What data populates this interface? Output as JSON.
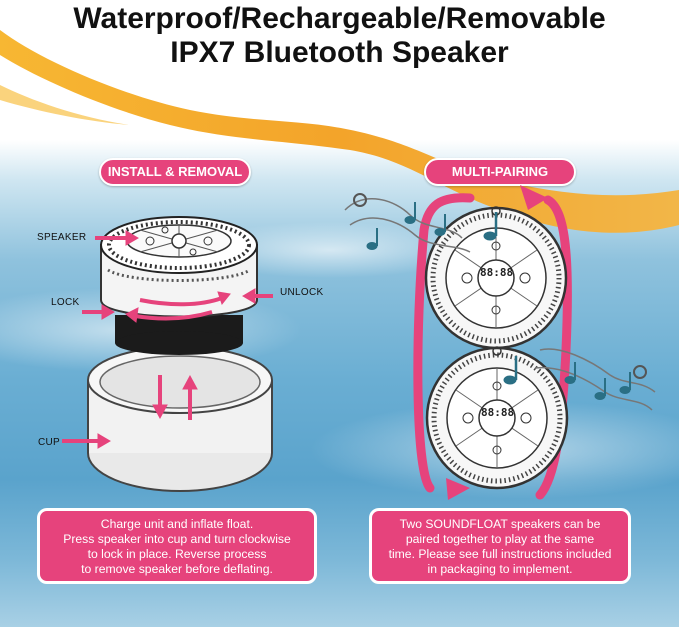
{
  "title": {
    "line1": "Waterproof/Rechargeable/Removable",
    "line2": "IPX7 Bluetooth Speaker"
  },
  "left_panel": {
    "heading": "INSTALL & REMOVAL",
    "labels": {
      "speaker": "SPEAKER",
      "lock": "LOCK",
      "unlock": "UNLOCK",
      "cup": "CUP"
    },
    "caption": {
      "line1": "Charge unit and inflate float.",
      "line2": "Press speaker into cup and turn clockwise",
      "line3": "to lock in place. Reverse process",
      "line4": "to remove speaker before deflating."
    }
  },
  "right_panel": {
    "heading": "MULTI-PAIRING",
    "display_top": "88:88",
    "display_bottom": "88:88",
    "caption": {
      "line1": "Two SOUNDFLOAT speakers can be",
      "line2": "paired together to play at the same",
      "line3": "time. Please see full instructions included",
      "line4": "in packaging to implement."
    }
  },
  "colors": {
    "accent": "#e6437c",
    "swoosh": "#f2a52a",
    "water": "#6aaed3"
  }
}
